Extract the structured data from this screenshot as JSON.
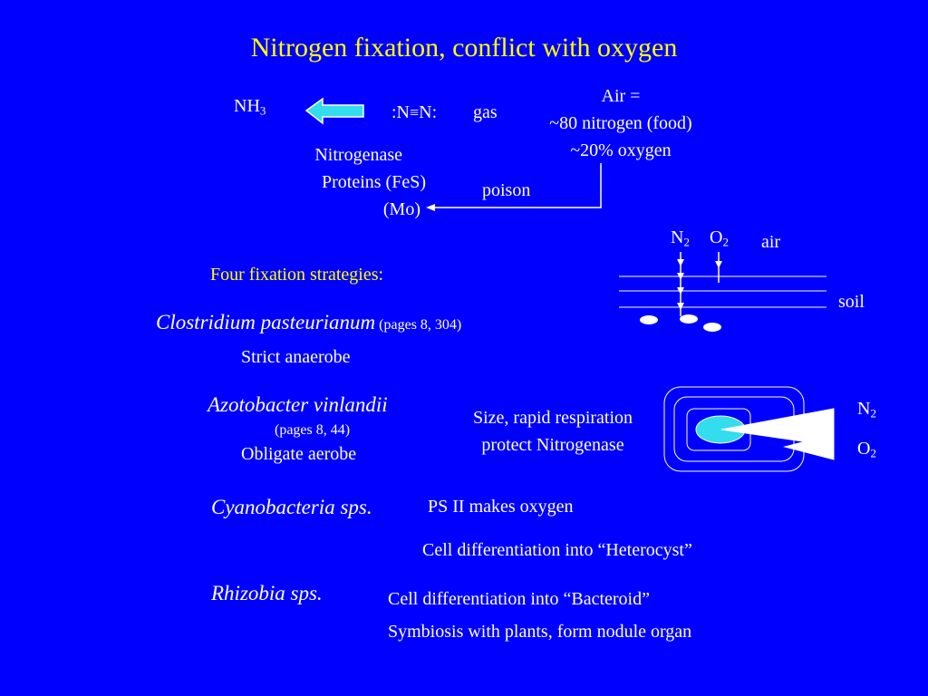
{
  "title": "Nitrogen fixation, conflict with oxygen",
  "top": {
    "nh": "NH",
    "nh_sub": "3",
    "n_left": ":N",
    "triple_bond": "≡",
    "n_right": "N:",
    "gas": "gas",
    "air_lines": [
      "Air =",
      "~80 nitrogen (food)",
      "~20% oxygen"
    ],
    "nitrogenase_lines": [
      "Nitrogenase",
      "Proteins (FeS)",
      "(Mo)"
    ],
    "poison": "poison"
  },
  "soil_diagram": {
    "n": "N",
    "n_sub": "2",
    "o": "O",
    "o_sub": "2",
    "air": "air",
    "soil": "soil"
  },
  "strategies": {
    "heading": "Four fixation strategies:",
    "clostridium": {
      "name": "Clostridium pasteurianum",
      "pages": "(pages 8, 304)",
      "desc": "Strict anaerobe"
    },
    "azotobacter": {
      "name": "Azotobacter vinlandii",
      "pages": "(pages 8, 44)",
      "desc": "Obligate aerobe",
      "note_lines": [
        "Size, rapid respiration",
        "protect Nitrogenase"
      ],
      "n": "N",
      "n_sub": "2",
      "o": "O",
      "o_sub": "2"
    },
    "cyanobacteria": {
      "name": "Cyanobacteria sps.",
      "note1": "PS II makes oxygen",
      "note2": "Cell differentiation  into “Heterocyst”"
    },
    "rhizobia": {
      "name": "Rhizobia sps.",
      "note1": "Cell differentiation  into “Bacteroid”",
      "note2": "Symbiosis with plants, form nodule organ"
    }
  },
  "colors": {
    "background": "#0000ff",
    "title": "#ffff00",
    "text": "#ffffff",
    "arrow_fill": "#33ddee",
    "cell_fill": "#33ddee"
  }
}
